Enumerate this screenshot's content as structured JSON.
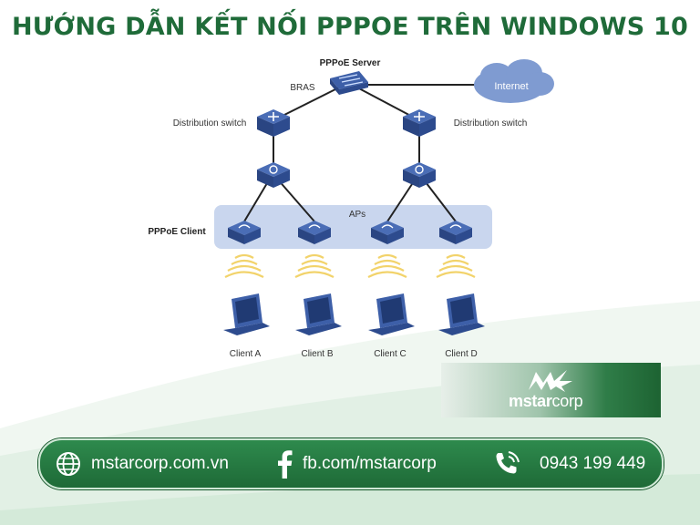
{
  "header": {
    "title": "HƯỚNG DẪN KẾT NỐI PPPOE TRÊN WINDOWS 10"
  },
  "diagram": {
    "server_label": "PPPoE Server",
    "bras_label": "BRAS",
    "internet_label": "Internet",
    "distribution_left": "Distribution switch",
    "distribution_right": "Distribution switch",
    "aps_label": "APs",
    "client_group_label": "PPPoE Client",
    "clients": [
      "Client A",
      "Client B",
      "Client C",
      "Client D"
    ]
  },
  "brand": {
    "name_bold": "mstar",
    "name_light": "corp"
  },
  "footer": {
    "website": "mstarcorp.com.vn",
    "facebook": "fb.com/mstarcorp",
    "phone": "0943 199 449"
  },
  "colors": {
    "title": "#1f6b39",
    "device": "#3d5fa8",
    "cloud": "#7f9bd1",
    "ap_band": "#c9d6ee",
    "signal": "#f2d36b",
    "footer_bg": "#247a41"
  }
}
